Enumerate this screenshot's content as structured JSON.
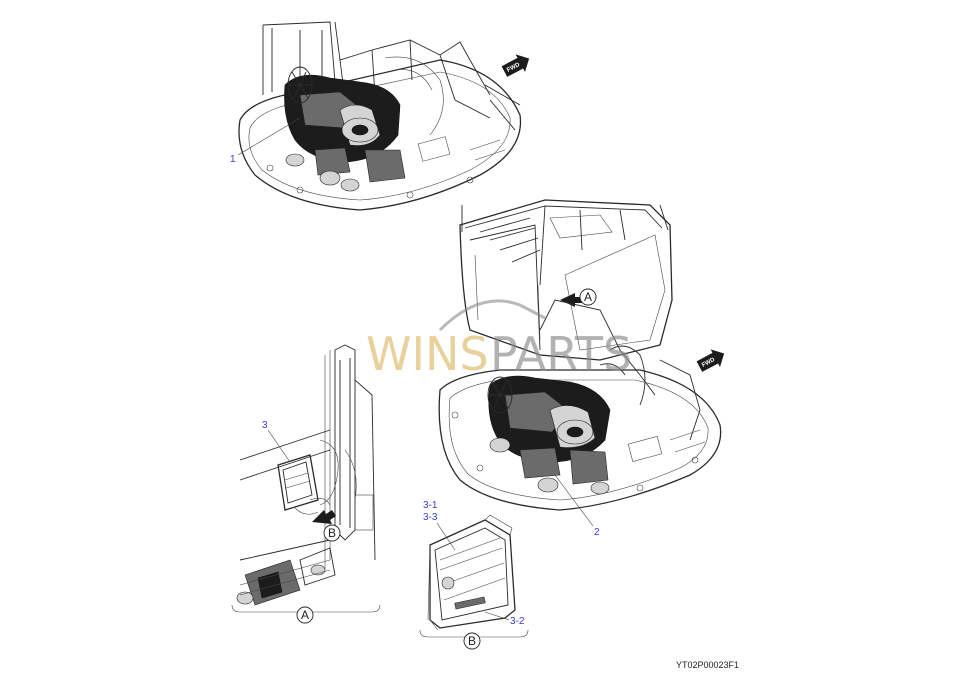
{
  "callouts": {
    "c1": "1",
    "c2": "2",
    "c3": "3",
    "c3_1": "3-1",
    "c3_3": "3-3",
    "c3_2": "3-2"
  },
  "view_labels": {
    "a_arrow": "A",
    "a_detail": "A",
    "b_arrow": "B",
    "b_detail": "B"
  },
  "fwd_top": "FWD",
  "fwd_right": "FWD",
  "watermark": {
    "part1": "WINS",
    "part2": "PARTS"
  },
  "drawing_id": "YT02P00023F1",
  "colors": {
    "callout": "#3a3ad0",
    "watermark_gold": "#e2c27a",
    "watermark_grey": "#8a8a8a",
    "line": "#2a2a2a"
  }
}
